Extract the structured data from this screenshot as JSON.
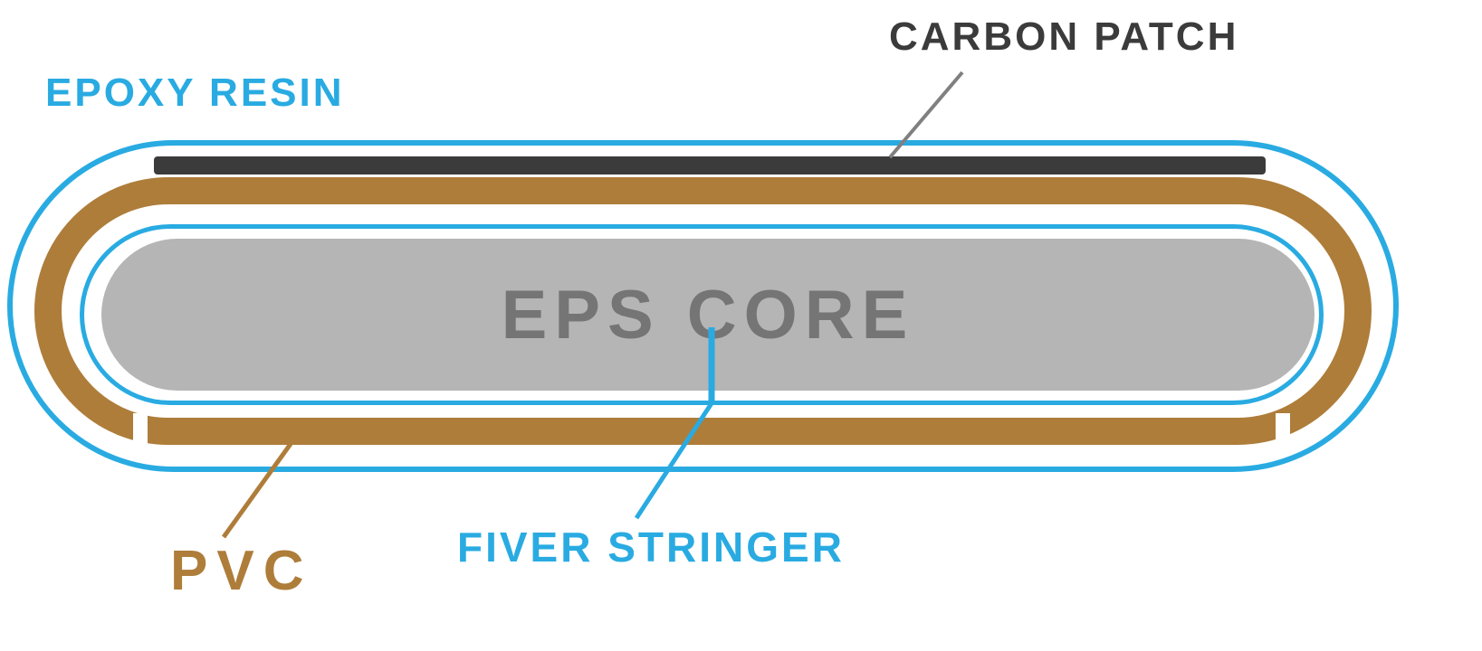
{
  "diagram": {
    "labels": {
      "epoxy_resin": "EPOXY RESIN",
      "carbon_patch": "CARBON PATCH",
      "eps_core": "EPS CORE",
      "pvc": "PVC",
      "fiver_stringer": "FIVER STRINGER"
    }
  },
  "colors": {
    "blue": "#29ABE2",
    "brown": "#AE7D3A",
    "core_gray": "#B5B5B5",
    "carbon_dark": "#3B3B3B",
    "core_text_gray": "#757575",
    "leader_gray": "#808080",
    "background": "#FFFFFF"
  }
}
